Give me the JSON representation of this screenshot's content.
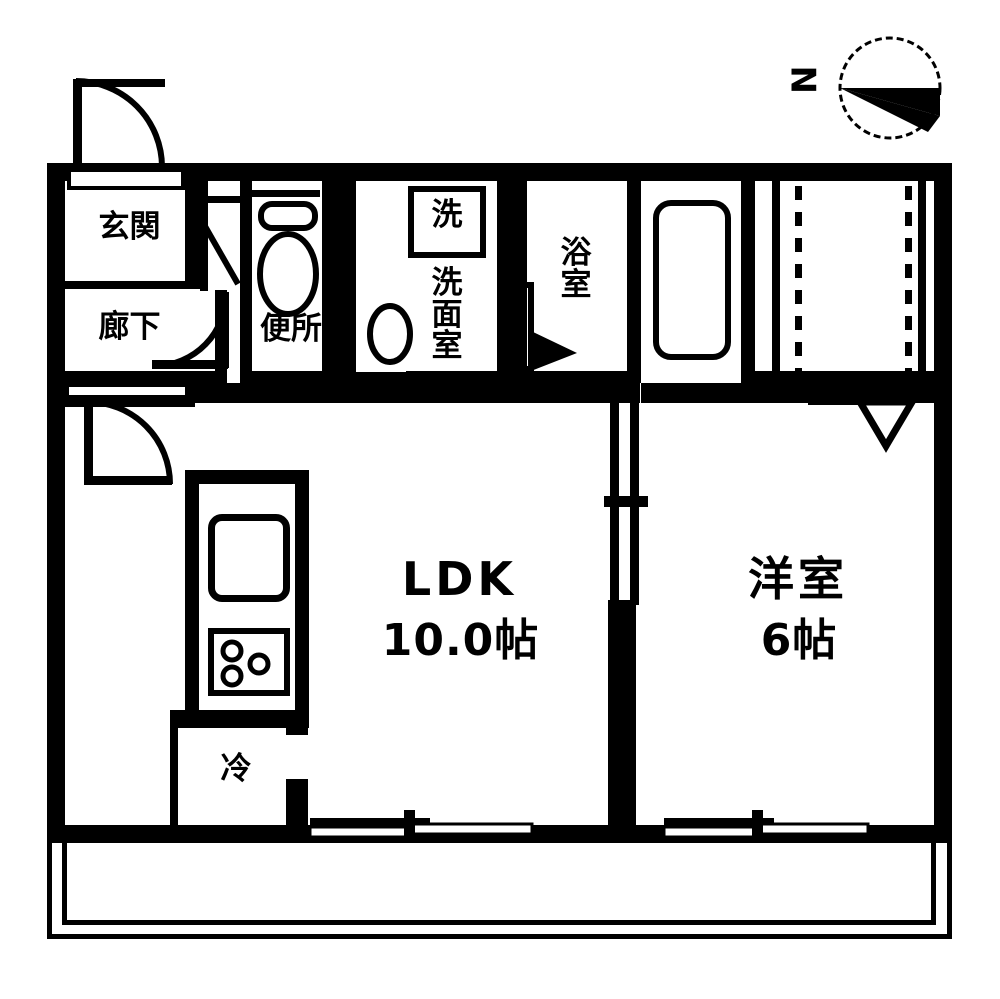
{
  "plan": {
    "type": "japanese-floor-plan",
    "title": "間取り図",
    "units": "帖",
    "line_color": "#000000",
    "background_color": "#ffffff"
  },
  "compass": {
    "name": "north-arrow",
    "letter": "N",
    "letter_rotation_deg": 90,
    "direction": "west"
  },
  "rooms": [
    {
      "id": "genkan",
      "label": "玄関",
      "size": "",
      "name": "room-genkan"
    },
    {
      "id": "rouka",
      "label": "廊下",
      "size": "",
      "name": "room-rouka"
    },
    {
      "id": "benjo",
      "label": "便所",
      "size": "",
      "name": "room-benjo"
    },
    {
      "id": "senmen",
      "label": "洗面室",
      "size": "",
      "name": "room-senmenshitsu"
    },
    {
      "id": "yokushitsu",
      "label": "浴室",
      "size": "",
      "name": "room-yokushitsu"
    },
    {
      "id": "ldk",
      "label": "LDK",
      "size": "10.0帖",
      "name": "room-ldk"
    },
    {
      "id": "yoshitsu",
      "label": "洋室",
      "size": "6帖",
      "name": "room-yoshitsu"
    },
    {
      "id": "balcony",
      "label": "",
      "size": "",
      "name": "balcony"
    },
    {
      "id": "closet",
      "label": "",
      "size": "",
      "name": "closet"
    }
  ],
  "fixtures": [
    {
      "id": "washer",
      "label": "洗",
      "name": "washing-machine-space"
    },
    {
      "id": "fridge",
      "label": "冷",
      "name": "refrigerator-space"
    },
    {
      "id": "sink",
      "label": "",
      "name": "kitchen-sink"
    },
    {
      "id": "stove",
      "label": "",
      "name": "stove-burners"
    },
    {
      "id": "bathtub",
      "label": "",
      "name": "bathtub"
    },
    {
      "id": "toilet",
      "label": "",
      "name": "toilet-fixture"
    },
    {
      "id": "basin",
      "label": "",
      "name": "wash-basin"
    }
  ],
  "labels": {
    "genkan": "玄関",
    "rouka": "廊下",
    "benjo": "便所",
    "senmen": "洗面室",
    "yokushitsu": "浴室",
    "washer": "洗",
    "fridge": "冷",
    "ldk_name": "LDK",
    "ldk_size": "10.0帖",
    "yoshitsu_name": "洋室",
    "yoshitsu_size": "6帖",
    "compass_n": "N"
  },
  "openings": [
    {
      "name": "entrance-door",
      "kind": "swing-door"
    },
    {
      "name": "hallway-door",
      "kind": "swing-door"
    },
    {
      "name": "toilet-door",
      "kind": "sliding-door"
    },
    {
      "name": "washroom-door",
      "kind": "sliding-door"
    },
    {
      "name": "bathroom-door",
      "kind": "folding-door"
    },
    {
      "name": "closet-door",
      "kind": "folding-door"
    },
    {
      "name": "ldk-bedroom-partition",
      "kind": "sliding-door"
    },
    {
      "name": "ldk-balcony-window",
      "kind": "sliding-glass-door"
    },
    {
      "name": "bedroom-balcony-window",
      "kind": "sliding-glass-door"
    }
  ]
}
